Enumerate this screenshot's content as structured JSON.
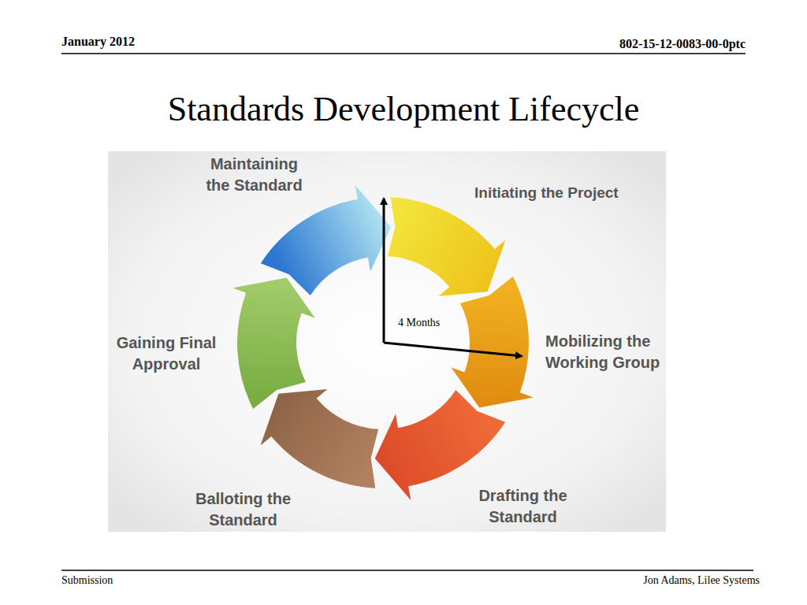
{
  "diagram": {
    "title": "Standards Development Lifecycle",
    "labels": [
      "January 2012",
      "802-15-12-0083-00-0ptc",
      "Maintaining the Standard",
      "Initiating the Project",
      "Mobilizing the Working Group",
      "Drafting the Standard",
      "Balloting the Standard",
      "Gaining Final Approval",
      "4 Months",
      "Submission",
      "Jon Adams, Lilee Systems"
    ]
  }
}
